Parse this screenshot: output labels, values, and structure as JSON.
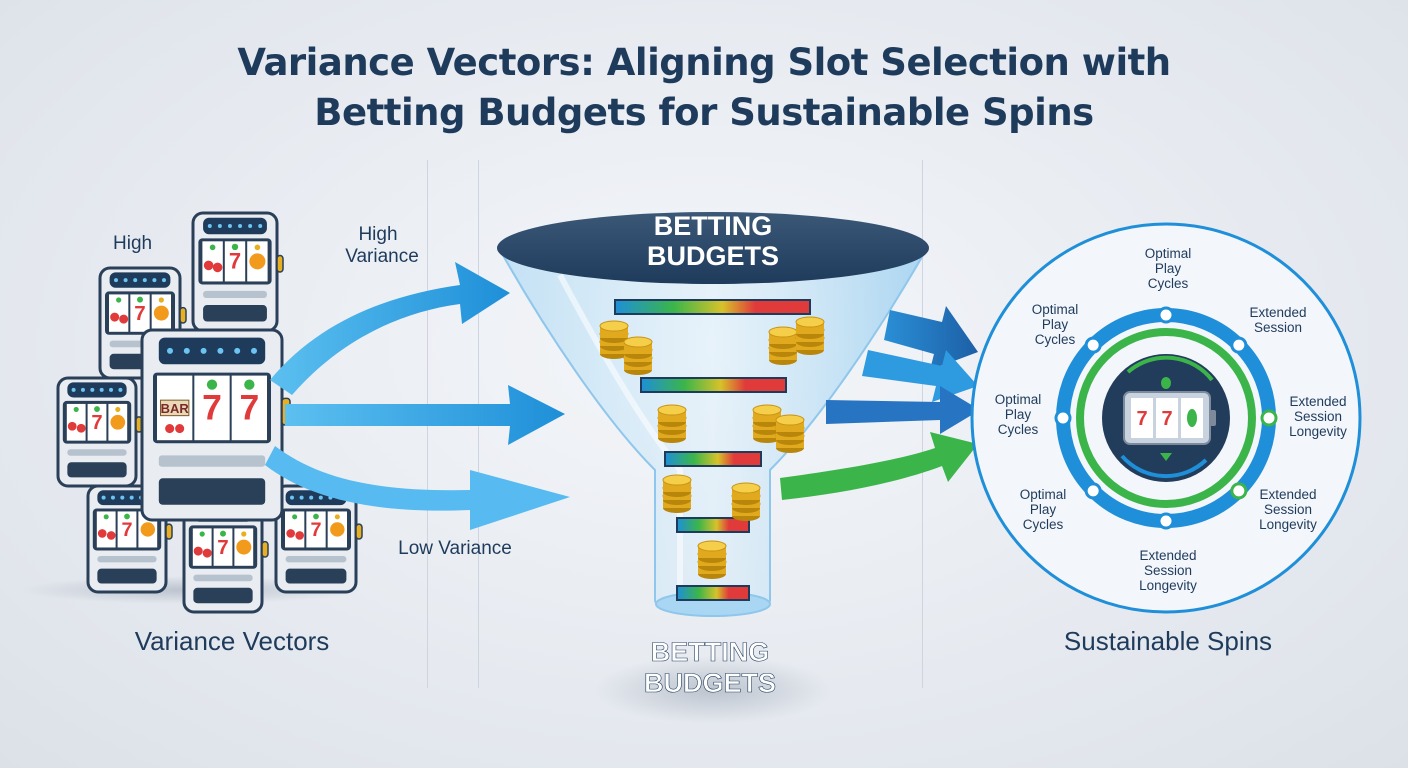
{
  "title": {
    "line1": "Variance Vectors: Aligning Slot Selection with",
    "line2": "Betting Budgets for Sustainable Spins"
  },
  "left": {
    "label_high": "High",
    "caption": "Variance Vectors",
    "reel_bar": "BAR"
  },
  "arrows": {
    "high_line1": "High",
    "high_line2": "Variance",
    "low": "Low Variance"
  },
  "funnel": {
    "top_line1": "BETTING",
    "top_line2": "BUDGETS",
    "bottom_line1": "BETTING",
    "bottom_line2": "BUDGETS"
  },
  "right": {
    "caption": "Sustainable Spins",
    "nodes": [
      {
        "line1": "Optimal",
        "line2": "Play",
        "line3": "Cycles"
      },
      {
        "line1": "Extended",
        "line2": "Session",
        "line3": ""
      },
      {
        "line1": "Extended",
        "line2": "Session",
        "line3": "Longevity"
      },
      {
        "line1": "Extended",
        "line2": "Session",
        "line3": "Longevity"
      },
      {
        "line1": "Extended",
        "line2": "Session",
        "line3": "Longevity"
      },
      {
        "line1": "Optimal",
        "line2": "Play",
        "line3": "Cycles"
      },
      {
        "line1": "Optimal",
        "line2": "Play",
        "line3": "Cycles"
      },
      {
        "line1": "Optimal",
        "line2": "Play",
        "line3": "Cycles"
      }
    ]
  },
  "colors": {
    "navy": "#1f3b5c",
    "blue": "#1e8fd8",
    "light_blue": "#4fb8ee",
    "green": "#3bb54a",
    "yellow": "#d6c22a",
    "red": "#e03a3a",
    "gold": "#e8b020"
  }
}
